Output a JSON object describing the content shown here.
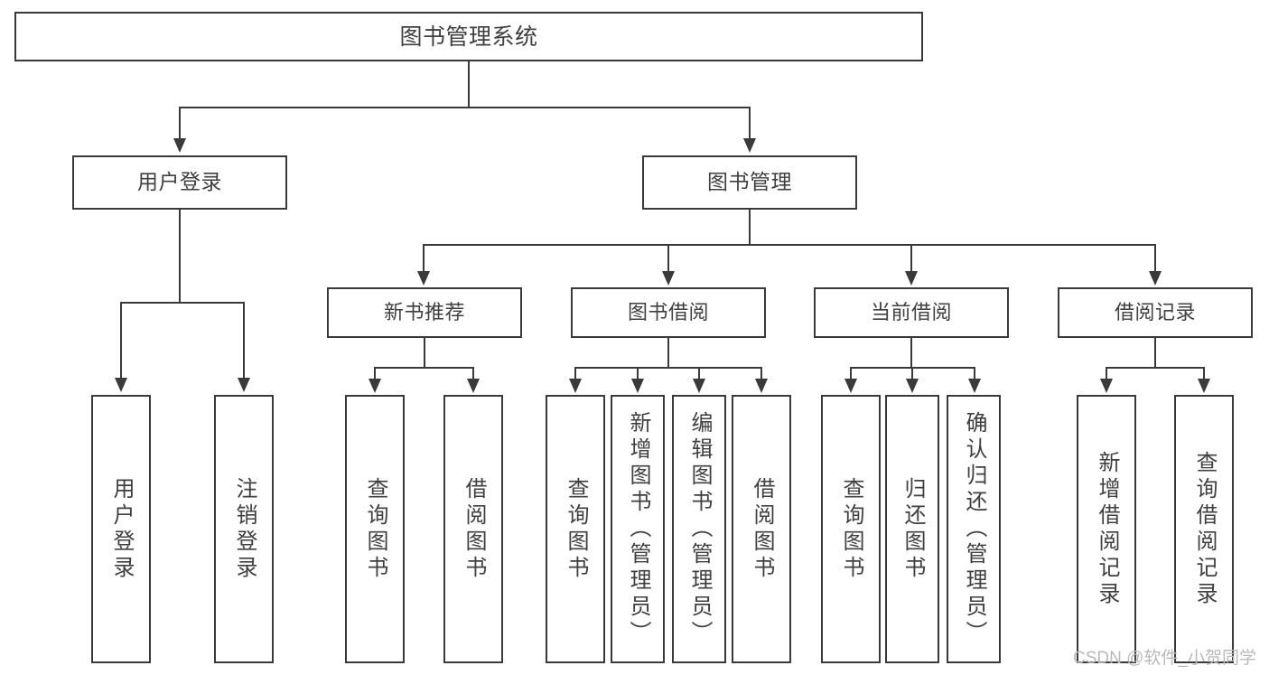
{
  "diagram": {
    "type": "tree",
    "title": "图书管理系统",
    "watermark": "CSDN @软件_小贺同学",
    "colors": {
      "border": "#3a3a3a",
      "text": "#3f3f3f",
      "background": "#ffffff",
      "watermark": "#b9b9b9"
    },
    "root": {
      "label": "图书管理系统"
    },
    "level1": [
      {
        "label": "用户登录"
      },
      {
        "label": "图书管理"
      }
    ],
    "level2": [
      {
        "label": "新书推荐"
      },
      {
        "label": "图书借阅"
      },
      {
        "label": "当前借阅"
      },
      {
        "label": "借阅记录"
      }
    ],
    "leaves": {
      "user_login": [
        {
          "label": "用户登录"
        },
        {
          "label": "注销登录"
        }
      ],
      "new_book_recommend": [
        {
          "label": "查询图书"
        },
        {
          "label": "借阅图书"
        }
      ],
      "book_borrow": [
        {
          "label": "查询图书"
        },
        {
          "label": "新增图书（管理员）"
        },
        {
          "label": "编辑图书（管理员）"
        },
        {
          "label": "借阅图书"
        }
      ],
      "current_borrow": [
        {
          "label": "查询图书"
        },
        {
          "label": "归还图书"
        },
        {
          "label": "确认归还（管理员）"
        }
      ],
      "borrow_record": [
        {
          "label": "新增借阅记录"
        },
        {
          "label": "查询借阅记录"
        }
      ]
    }
  }
}
